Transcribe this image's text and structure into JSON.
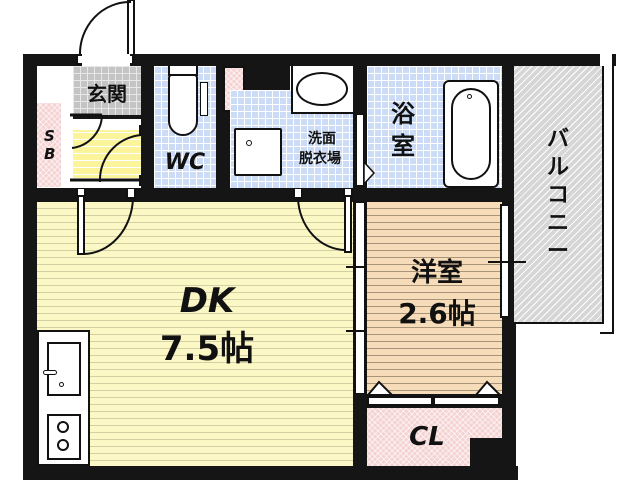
{
  "floor_plan": {
    "rooms": {
      "genkan": {
        "label": "玄関",
        "meaning": "Entrance"
      },
      "shoe_box": {
        "label": "SB",
        "meaning": "Shoe box"
      },
      "wc": {
        "label": "WC"
      },
      "washroom": {
        "label_line1": "洗面",
        "label_line2": "脱衣場"
      },
      "bathroom": {
        "label_line1": "浴",
        "label_line2": "室"
      },
      "balcony": {
        "label": "バルコニー"
      },
      "dk": {
        "label": "DK",
        "size": "7.5帖"
      },
      "western_room": {
        "label": "洋室",
        "size": "2.6帖"
      },
      "closet": {
        "label": "CL"
      }
    },
    "colors": {
      "wall": "#151515",
      "wet_area_tile": "#cddcf6",
      "entrance_tile": "#c4c4c4",
      "storage": "#f5d3d3",
      "dk_floor": "#fbf8c6",
      "hall_floor": "#fbf49a",
      "western_floor": "#f6dcb8",
      "balcony": "#d6d6d6"
    }
  }
}
